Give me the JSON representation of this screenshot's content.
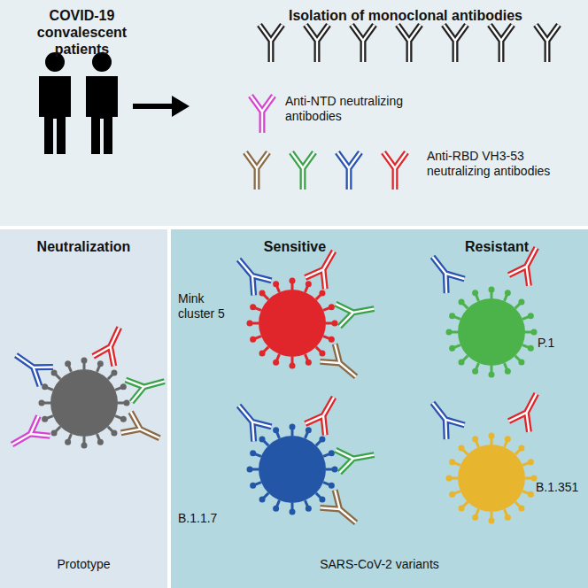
{
  "diagram": {
    "nodes": [
      {
        "text": [
          "COVID-19 convalescent patients",
          "Isolation of monoclonal antibodies",
          "Anti-NTD neutralizing antibodies",
          "Anti-RBD VH3-53 neutralizing antibodies"
        ]
      },
      {
        "text": [
          "Neutralization",
          "Prototype"
        ]
      },
      {
        "text": [
          "Sensitive",
          "Resistant",
          "Mink cluster 5",
          "B.1.1.7",
          "P.1",
          "B.1.351",
          "SARS-CoV-2 variants"
        ]
      }
    ]
  }
}
